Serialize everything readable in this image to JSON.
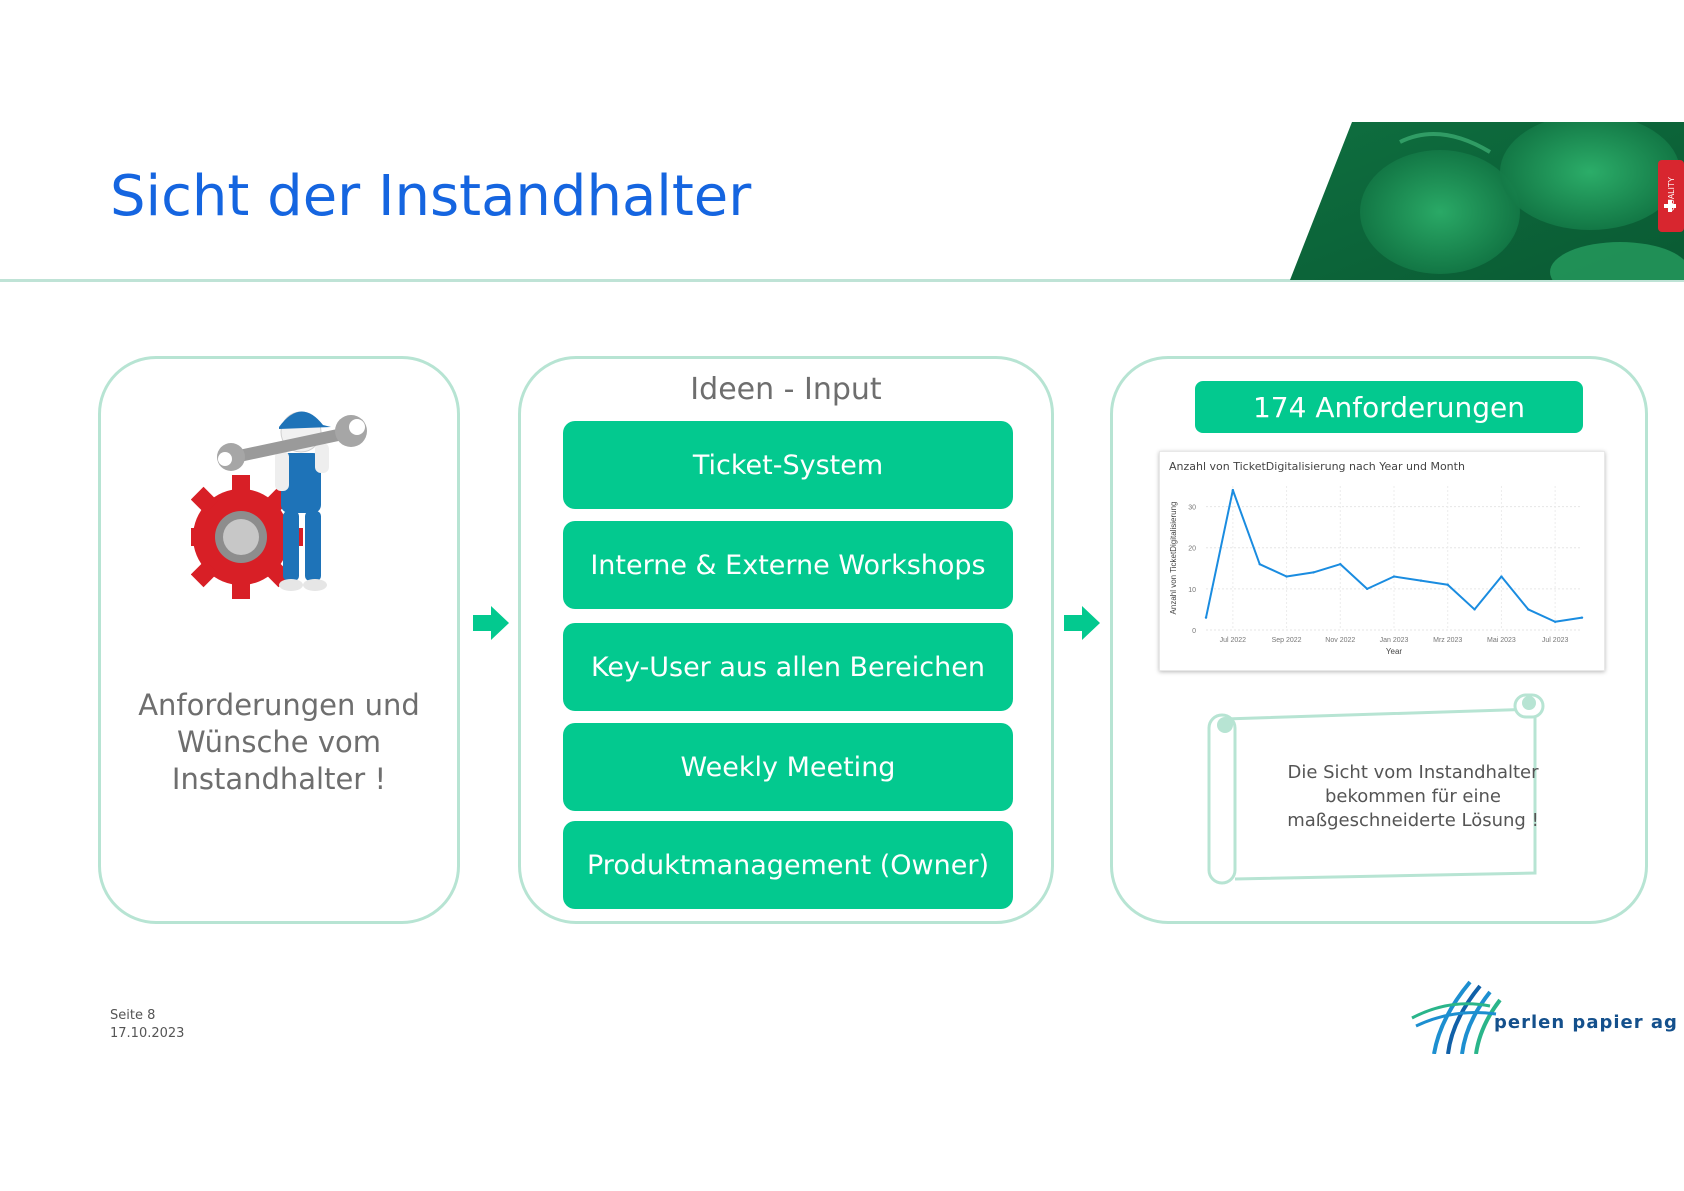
{
  "header": {
    "title": "Sicht der Instandhalter"
  },
  "badge": {
    "label": "QUALITY"
  },
  "panel_left": {
    "text_lines": [
      "Anforderungen und",
      "Wünsche vom",
      "Instandhalter !"
    ]
  },
  "panel_middle": {
    "heading": "Ideen - Input",
    "items": [
      "Ticket-System",
      "Interne & Externe Workshops",
      "Key-User aus allen Bereichen",
      "Weekly Meeting",
      "Produktmanagement (Owner)"
    ]
  },
  "panel_right": {
    "count_label": "174 Anforderungen",
    "scroll_lines": [
      "Die Sicht vom Instandhalter",
      "bekommen für eine",
      "maßgeschneiderte Lösung !"
    ]
  },
  "chart_data": {
    "type": "line",
    "title": "Anzahl von TicketDigitalisierung nach Year und Month",
    "xlabel": "Year",
    "ylabel": "Anzahl von TicketDigitalisierung",
    "x_ticks": [
      "Jul 2022",
      "Sep 2022",
      "Nov 2022",
      "Jan 2023",
      "Mrz 2023",
      "Mai 2023",
      "Jul 2023"
    ],
    "y_ticks": [
      0,
      10,
      20,
      30
    ],
    "ylim": [
      0,
      35
    ],
    "grid": true,
    "x": [
      "Jun 2022",
      "Jul 2022",
      "Aug 2022",
      "Sep 2022",
      "Okt 2022",
      "Nov 2022",
      "Dez 2022",
      "Jan 2023",
      "Feb 2023",
      "Mrz 2023",
      "Apr 2023",
      "Mai 2023",
      "Jun 2023",
      "Jul 2023",
      "Aug 2023"
    ],
    "values": [
      3,
      34,
      16,
      13,
      14,
      16,
      10,
      13,
      12,
      11,
      5,
      13,
      5,
      2,
      3
    ],
    "line_color": "#1a8ce0"
  },
  "footer": {
    "page": "Seite 8",
    "date": "17.10.2023"
  },
  "logo": {
    "text": "perlen papier ag"
  }
}
